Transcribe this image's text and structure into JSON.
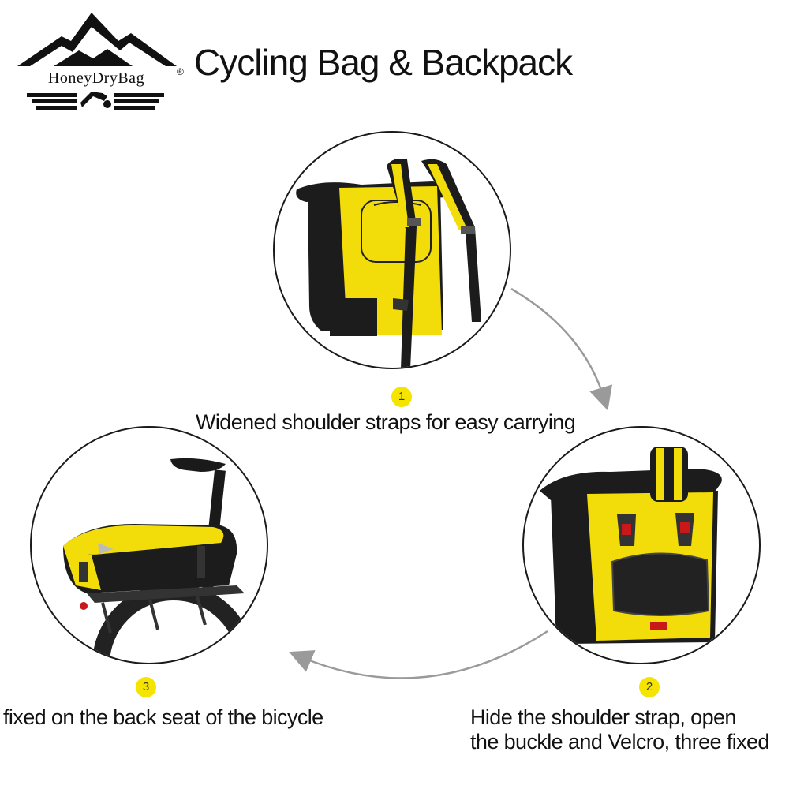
{
  "header": {
    "brand_name": "HoneyDryBag",
    "registered_mark": "®",
    "title": "Cycling Bag & Backpack"
  },
  "steps": [
    {
      "number": "1",
      "caption_lines": [
        "Widened shoulder straps for easy carrying"
      ]
    },
    {
      "number": "2",
      "caption_lines": [
        "Hide the shoulder strap, open",
        "the buckle and Velcro, three fixed"
      ]
    },
    {
      "number": "3",
      "caption_lines": [
        "fixed on the back seat of the bicycle"
      ]
    }
  ],
  "colors": {
    "bag_yellow": "#f2dd0a",
    "bag_black": "#1c1c1c",
    "badge_yellow": "#f5e400",
    "arrow_gray": "#9a9a9a"
  },
  "icons": [
    "mountain-logo-icon",
    "swimmer-logo-icon",
    "cycle-arrow-icon"
  ]
}
